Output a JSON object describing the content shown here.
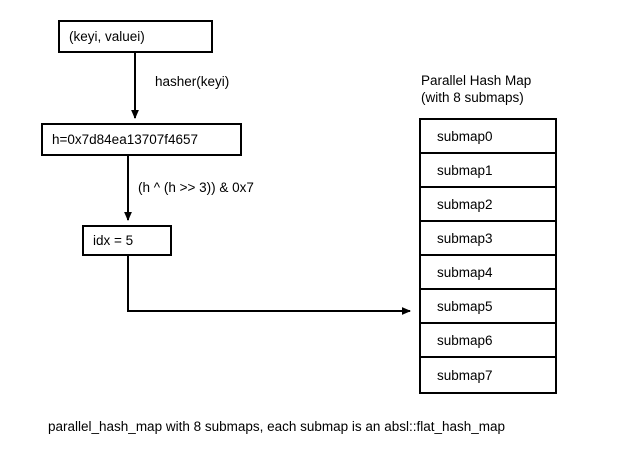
{
  "diagram": {
    "nodes": {
      "key_value": "(keyi, valuei)",
      "hash": "h=0x7d84ea13707f4657",
      "index": "idx = 5"
    },
    "edge_labels": {
      "hasher": "hasher(keyi)",
      "mix_and_mask": "(h ^ (h >> 3)) & 0x7"
    },
    "table": {
      "title_line1": "Parallel Hash Map",
      "title_line2": "(with 8 submaps)",
      "rows": [
        "submap0",
        "submap1",
        "submap2",
        "submap3",
        "submap4",
        "submap5",
        "submap6",
        "submap7"
      ],
      "highlighted_row_index": 5
    },
    "caption": "parallel_hash_map with 8 submaps, each submap is an absl::flat_hash_map",
    "colors": {
      "stroke": "#000000",
      "background": "#ffffff",
      "text": "#000000"
    }
  }
}
